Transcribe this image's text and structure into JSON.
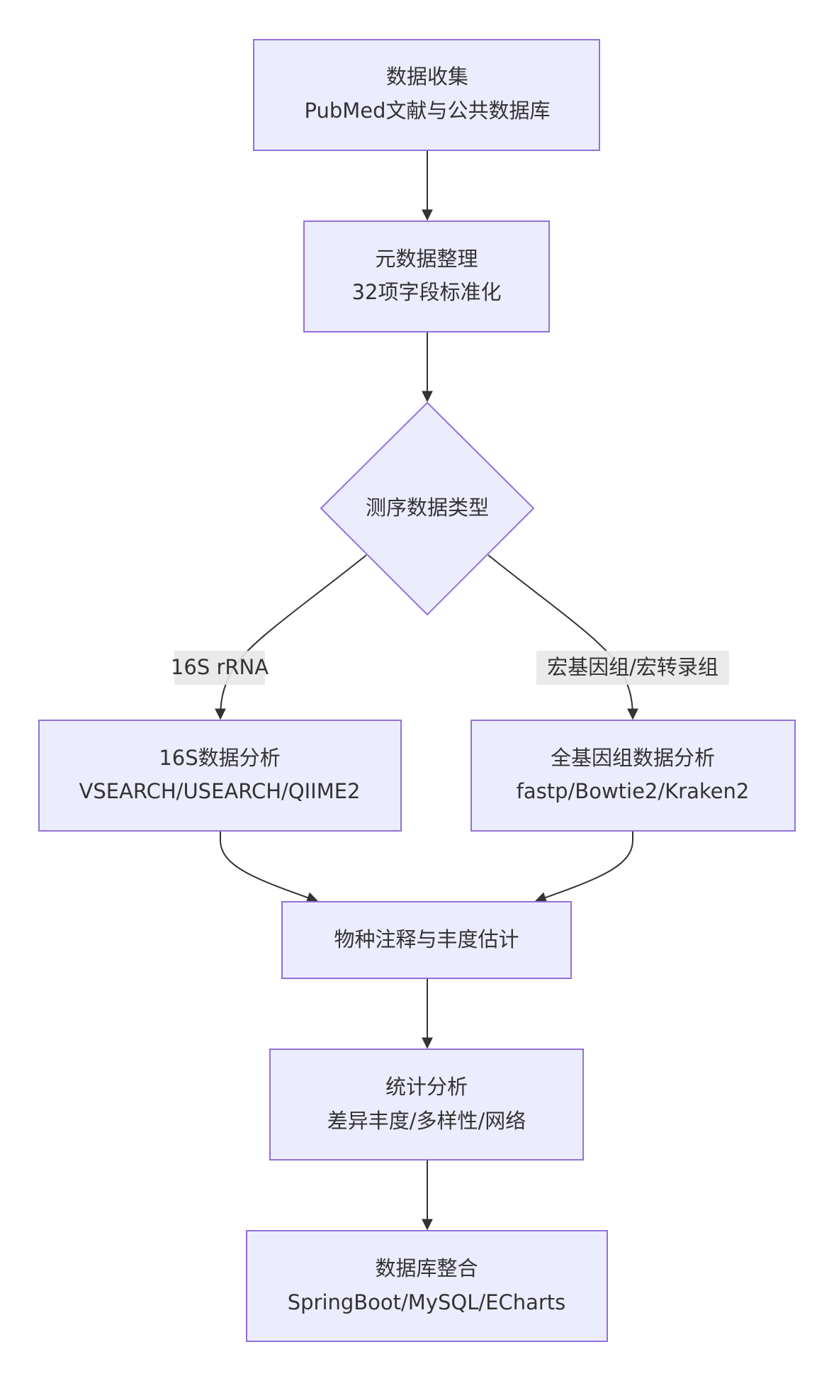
{
  "diagram": {
    "type": "flowchart",
    "direction": "top-down",
    "colors": {
      "node_fill": "#ECECFF",
      "node_stroke": "#9370DB",
      "edge": "#333333",
      "text": "#333333",
      "edge_label_bg": "#e8e8e8"
    },
    "nodes": {
      "collect": {
        "shape": "rect",
        "lines": [
          "数据收集",
          "PubMed文献与公共数据库"
        ]
      },
      "metadata": {
        "shape": "rect",
        "lines": [
          "元数据整理",
          "32项字段标准化"
        ]
      },
      "decision": {
        "shape": "diamond",
        "lines": [
          "测序数据类型"
        ]
      },
      "s16": {
        "shape": "rect",
        "lines": [
          "16S数据分析",
          "VSEARCH/USEARCH/QIIME2"
        ]
      },
      "wgs": {
        "shape": "rect",
        "lines": [
          "全基因组数据分析",
          "fastp/Bowtie2/Kraken2"
        ]
      },
      "annot": {
        "shape": "rect",
        "lines": [
          "物种注释与丰度估计"
        ]
      },
      "stats": {
        "shape": "rect",
        "lines": [
          "统计分析",
          "差异丰度/多样性/网络"
        ]
      },
      "db": {
        "shape": "rect",
        "lines": [
          "数据库整合",
          "SpringBoot/MySQL/ECharts"
        ]
      }
    },
    "edges": [
      {
        "from": "collect",
        "to": "metadata",
        "label": ""
      },
      {
        "from": "metadata",
        "to": "decision",
        "label": ""
      },
      {
        "from": "decision",
        "to": "s16",
        "label": "16S rRNA"
      },
      {
        "from": "decision",
        "to": "wgs",
        "label": "宏基因组/宏转录组"
      },
      {
        "from": "s16",
        "to": "annot",
        "label": ""
      },
      {
        "from": "wgs",
        "to": "annot",
        "label": ""
      },
      {
        "from": "annot",
        "to": "stats",
        "label": ""
      },
      {
        "from": "stats",
        "to": "db",
        "label": ""
      }
    ]
  }
}
